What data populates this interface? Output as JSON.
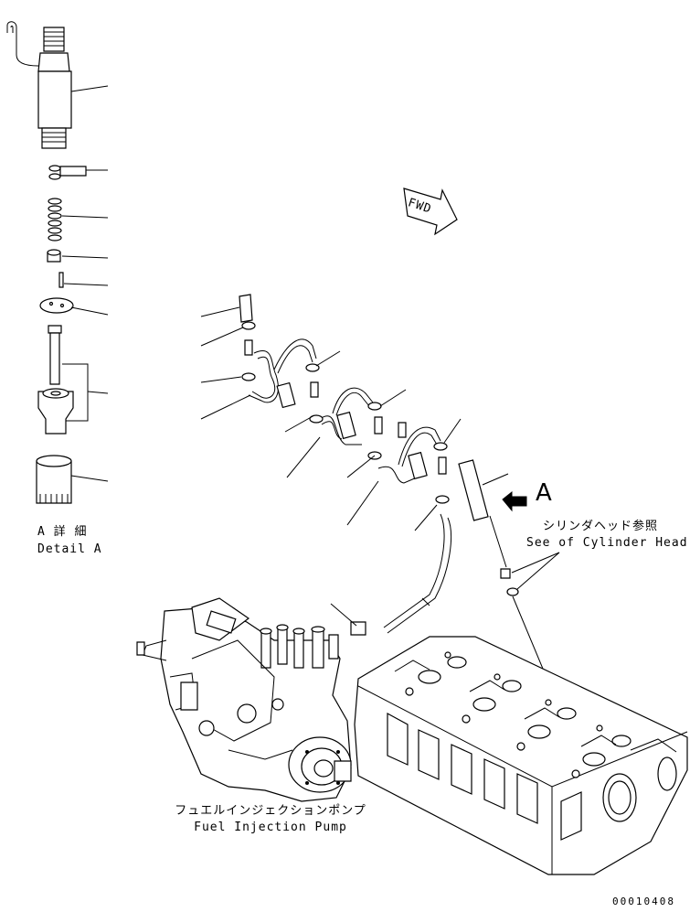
{
  "labels": {
    "detail_jp": "A 詳 細",
    "detail_en": "Detail A",
    "fwd": "FWD",
    "view_letter": "A",
    "cyl_head_jp": "シリンダヘッド参照",
    "cyl_head_en": "See of Cylinder Head",
    "pump_jp": "フュエルインジェクションポンプ",
    "pump_en": "Fuel Injection Pump",
    "drawing_code": "00010408"
  }
}
